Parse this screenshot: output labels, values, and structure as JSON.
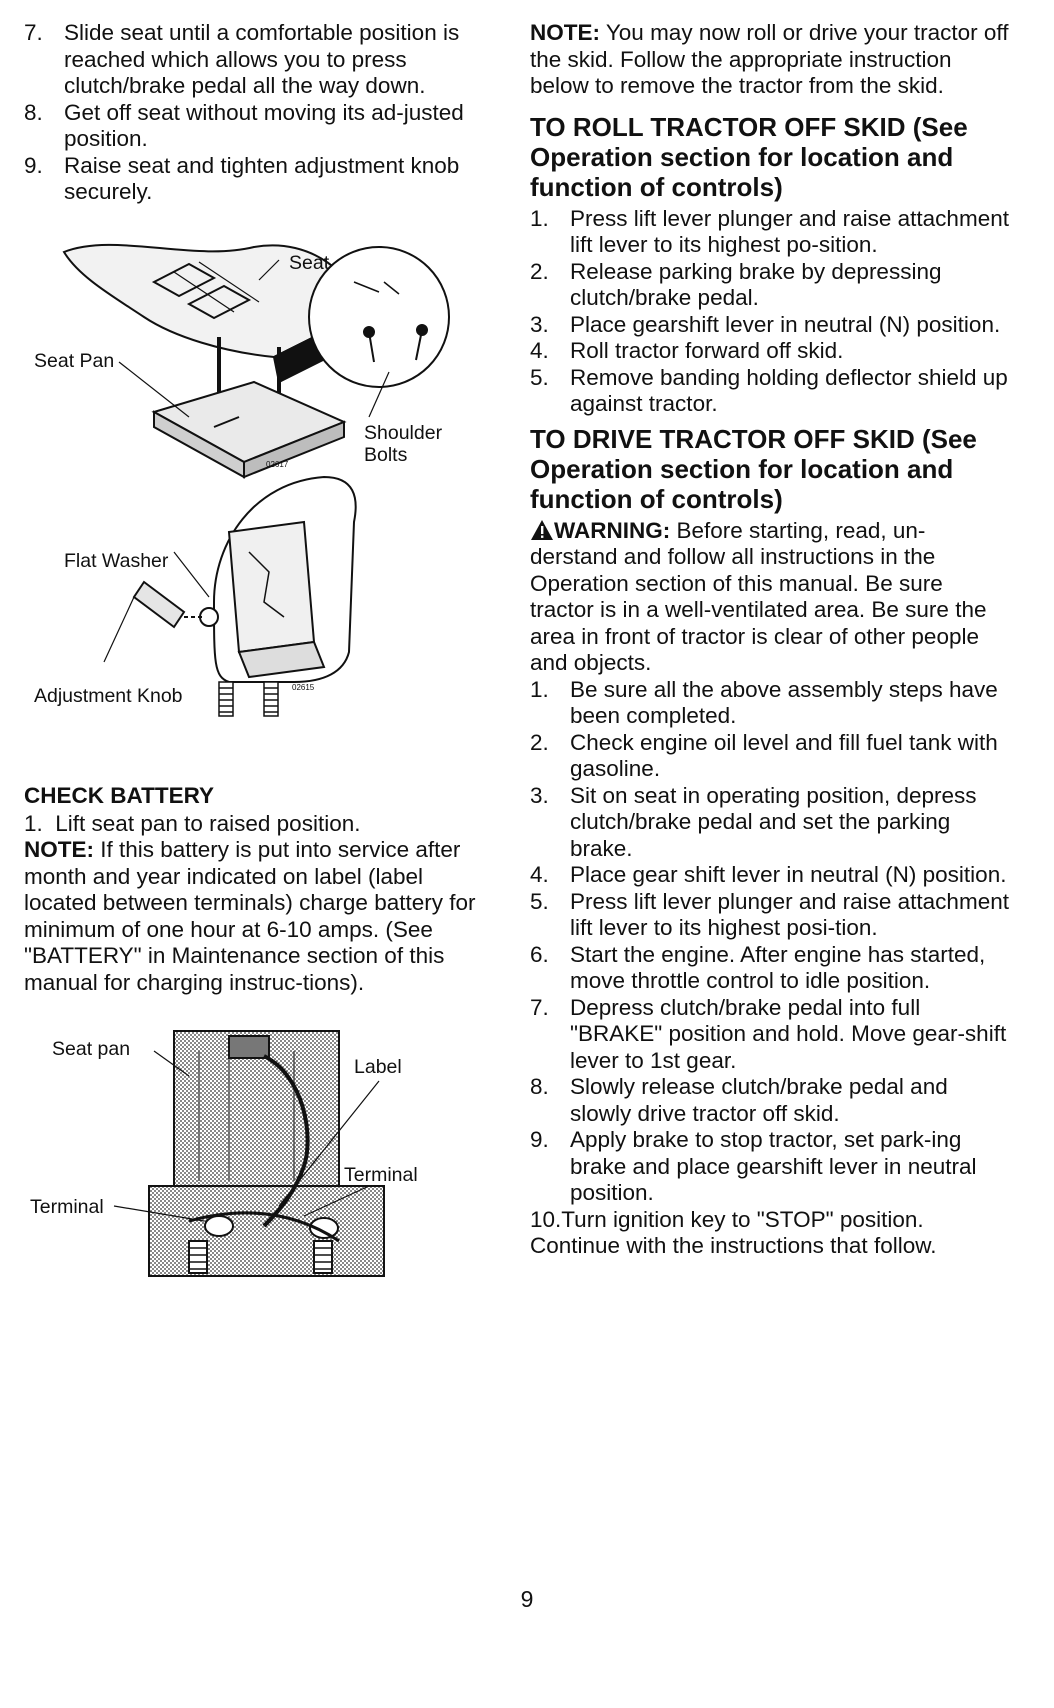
{
  "left": {
    "steps_top": [
      {
        "num": "7.",
        "text": "Slide seat until a comfortable position is reached which allows you to press clutch/brake pedal all the way down."
      },
      {
        "num": "8.",
        "text": "Get off seat without moving its ad-justed position."
      },
      {
        "num": "9.",
        "text": "Raise seat and tighten adjustment knob securely."
      }
    ],
    "figure1": {
      "labels": {
        "seat": "Seat",
        "seat_pan": "Seat Pan",
        "shoulder_bolts_1": "Shoulder",
        "shoulder_bolts_2": "Bolts",
        "flat_washer": "Flat Washer",
        "adjustment_knob": "Adjustment Knob",
        "part_code_1": "02617",
        "part_code_2": "02615"
      }
    },
    "check_battery": {
      "heading": "CHECK BATTERY",
      "step": {
        "num": "1.",
        "text": "Lift seat pan to raised position."
      },
      "note_label": "NOTE:",
      "note_text": " If this battery is put into service after month and year indicated on label (label located between terminals) charge battery for minimum of one hour at 6-10 amps. (See \"BATTERY\" in Maintenance section of this manual for charging instruc-tions)."
    },
    "figure2": {
      "labels": {
        "seat_pan": "Seat pan",
        "label": "Label",
        "terminal_right": "Terminal",
        "terminal_left": "Terminal"
      }
    }
  },
  "right": {
    "note_label": "NOTE:",
    "note_text": " You may now roll or drive your tractor off the skid. Follow the appropriate instruction below to remove the tractor from the skid.",
    "roll": {
      "heading": "TO ROLL TRACTOR OFF SKID (See Operation section for location and function of controls)",
      "steps": [
        {
          "num": "1.",
          "text": "Press lift lever plunger and raise attachment lift lever to its highest po-sition."
        },
        {
          "num": "2.",
          "text": "Release parking brake by depressing clutch/brake pedal."
        },
        {
          "num": "3.",
          "text": "Place gearshift lever in neutral (N) position."
        },
        {
          "num": "4.",
          "text": "Roll tractor forward off skid."
        },
        {
          "num": "5.",
          "text": "Remove banding holding deflector shield up against tractor."
        }
      ]
    },
    "drive": {
      "heading": "TO DRIVE TRACTOR OFF SKID (See Operation section for location and function of controls)",
      "warning_label": "WARNING:",
      "warning_text": " Before starting, read, un-derstand and follow all instructions in the Operation section of this manual. Be sure tractor is in a well-ventilated area. Be sure the area in front of tractor is clear of other people and objects.",
      "steps": [
        {
          "num": "1.",
          "text": "Be sure all the above assembly steps have been completed."
        },
        {
          "num": "2.",
          "text": "Check engine oil level and fill fuel tank with gasoline."
        },
        {
          "num": "3.",
          "text": "Sit on seat in operating position, depress clutch/brake pedal and set the parking brake."
        },
        {
          "num": "4.",
          "text": "Place gear shift lever in neutral (N) position."
        },
        {
          "num": "5.",
          "text": "Press lift lever plunger and raise attachment lift lever to its highest posi-tion."
        },
        {
          "num": "6.",
          "text": "Start the engine. After engine has started, move throttle control to idle position."
        },
        {
          "num": "7.",
          "text": "Depress clutch/brake pedal into full \"BRAKE\" position and hold. Move gear-shift lever to 1st gear."
        },
        {
          "num": "8.",
          "text": "Slowly release clutch/brake pedal and slowly drive tractor off skid."
        },
        {
          "num": "9.",
          "text": "Apply brake to stop tractor, set park-ing brake and place gearshift lever in neutral position."
        }
      ],
      "step10": "10.Turn ignition key to \"STOP\" position.",
      "closing": "Continue with the instructions that follow."
    }
  },
  "page_number": "9"
}
